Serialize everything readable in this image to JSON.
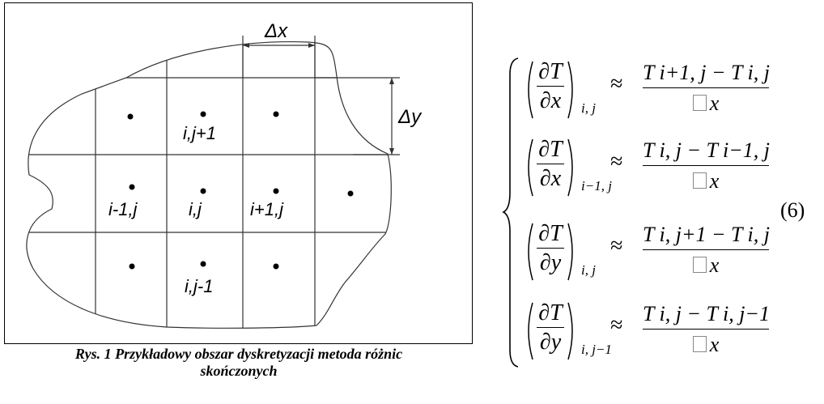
{
  "figure": {
    "delta_x": "Δx",
    "delta_y": "Δy",
    "node_labels": {
      "top": "i,j+1",
      "left": "i-1,j",
      "center": "i,j",
      "right": "i+1,j",
      "bottom": "i,j-1"
    }
  },
  "caption": {
    "line1": "Rys. 1 Przykładowy obszar dyskretyzacji metoda różnic",
    "line2": "skończonych"
  },
  "equations": [
    {
      "partial": "∂T",
      "wrt": "∂x",
      "subscript": "i, j",
      "approx": "≈",
      "numerator": "T i+1, j − T i, j",
      "denominator": "x"
    },
    {
      "partial": "∂T",
      "wrt": "∂x",
      "subscript": "i−1, j",
      "approx": "≈",
      "numerator": "T i, j − T i−1, j",
      "denominator": "x"
    },
    {
      "partial": "∂T",
      "wrt": "∂y",
      "subscript": "i, j",
      "approx": "≈",
      "numerator": "T i, j+1 − T i, j",
      "denominator": "x"
    },
    {
      "partial": "∂T",
      "wrt": "∂y",
      "subscript": "i, j−1",
      "approx": "≈",
      "numerator": "T i, j − T i, j−1",
      "denominator": "x"
    }
  ],
  "equation_number": "(6)"
}
